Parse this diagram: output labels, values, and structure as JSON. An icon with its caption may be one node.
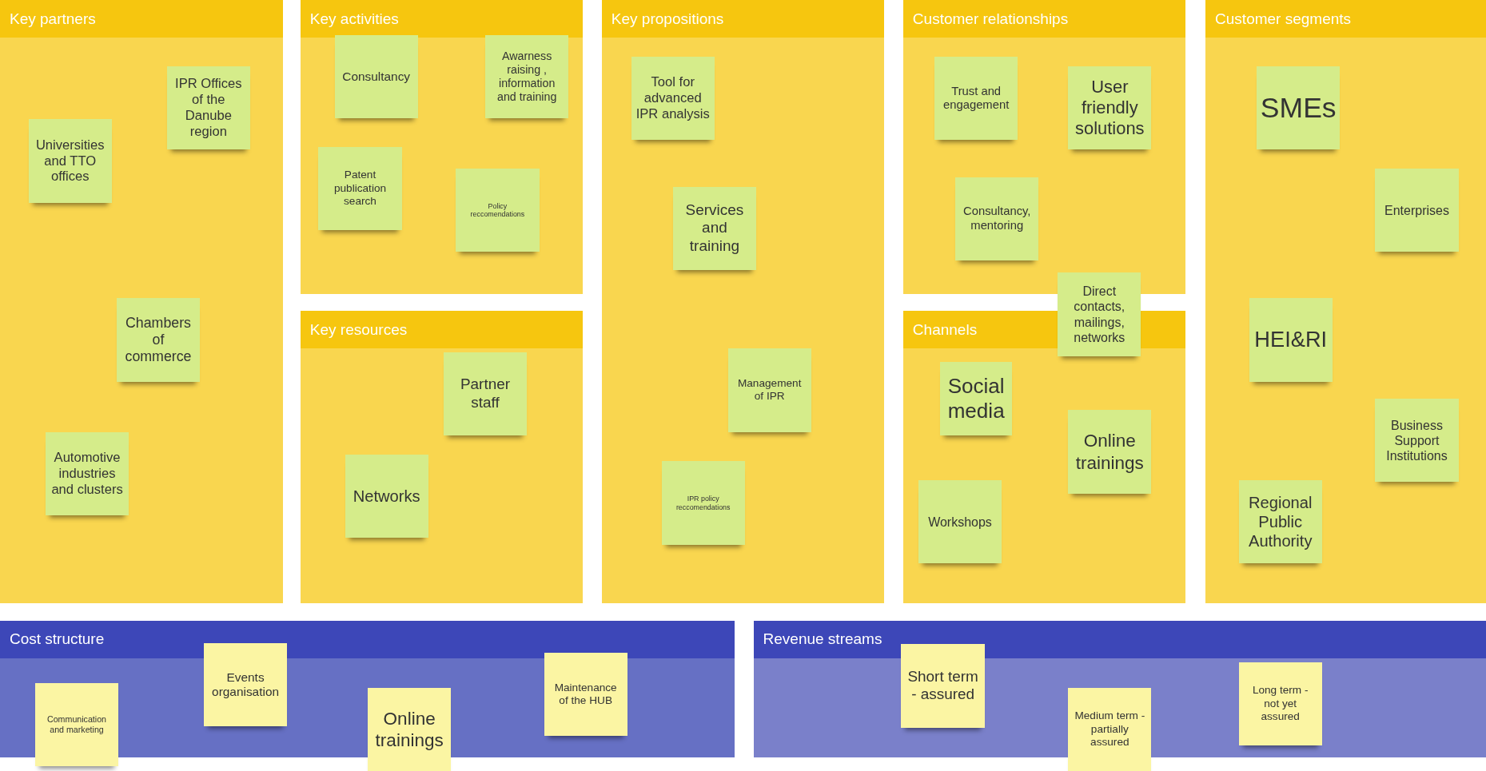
{
  "diagram": {
    "nodes": [
      {
        "text": [
          "Key partners"
        ]
      },
      {
        "text": [
          "IPR Offices of the Danube region"
        ],
        "in": 0
      },
      {
        "text": [
          "Universities and TTO offices"
        ],
        "in": 0
      },
      {
        "text": [
          "Chambers of commerce"
        ],
        "in": 0
      },
      {
        "text": [
          "Automotive industries and clusters"
        ],
        "in": 0
      },
      {
        "text": [
          "Key activities"
        ]
      },
      {
        "text": [
          "Consultancy"
        ],
        "in": 5
      },
      {
        "text": [
          "Awarness raising , information and training"
        ],
        "in": 5
      },
      {
        "text": [
          "Patent publication search"
        ],
        "in": 5
      },
      {
        "text": [
          "Policy reccomendations"
        ],
        "in": 5
      },
      {
        "text": [
          "Key resources"
        ]
      },
      {
        "text": [
          "Partner staff"
        ],
        "in": 10
      },
      {
        "text": [
          "Networks"
        ],
        "in": 10
      },
      {
        "text": [
          "Key propositions"
        ]
      },
      {
        "text": [
          "Tool for advanced IPR analysis"
        ],
        "in": 13
      },
      {
        "text": [
          "Services and training"
        ],
        "in": 13
      },
      {
        "text": [
          "Management of IPR"
        ],
        "in": 13
      },
      {
        "text": [
          "IPR policy reccomendations"
        ],
        "in": 13
      },
      {
        "text": [
          "Customer relationships"
        ]
      },
      {
        "text": [
          "Trust and engagement"
        ],
        "in": 18
      },
      {
        "text": [
          "User friendly solutions"
        ],
        "in": 18
      },
      {
        "text": [
          "Consultancy, mentoring"
        ],
        "in": 18
      },
      {
        "text": [
          "Direct contacts, mailings, networks"
        ]
      },
      {
        "text": [
          "Channels"
        ]
      },
      {
        "text": [
          "Social media"
        ],
        "in": 23
      },
      {
        "text": [
          "Online trainings"
        ],
        "in": 23
      },
      {
        "text": [
          "Workshops"
        ],
        "in": 23
      },
      {
        "text": [
          "Customer segments"
        ]
      },
      {
        "text": [
          "SMEs"
        ],
        "in": 27
      },
      {
        "text": [
          "Enterprises"
        ],
        "in": 27
      },
      {
        "text": [
          "HEI&RI"
        ],
        "in": 27
      },
      {
        "text": [
          "Business Support Institutions"
        ],
        "in": 27
      },
      {
        "text": [
          "Regional Public Authority"
        ],
        "in": 27
      },
      {
        "text": [
          "Cost structure"
        ]
      },
      {
        "text": [
          "Communication and marketing"
        ],
        "in": 33
      },
      {
        "text": [
          "Events organisation"
        ],
        "in": 33
      },
      {
        "text": [
          "Online trainings"
        ],
        "in": 33
      },
      {
        "text": [
          "Maintenance of the HUB"
        ],
        "in": 33
      },
      {
        "text": [
          "Revenue streams"
        ]
      },
      {
        "text": [
          "Short term - assured"
        ],
        "in": 38
      },
      {
        "text": [
          "Medium term - partially assured"
        ],
        "in": 38
      },
      {
        "text": [
          "Long term - not yet assured"
        ],
        "in": 38
      }
    ]
  }
}
